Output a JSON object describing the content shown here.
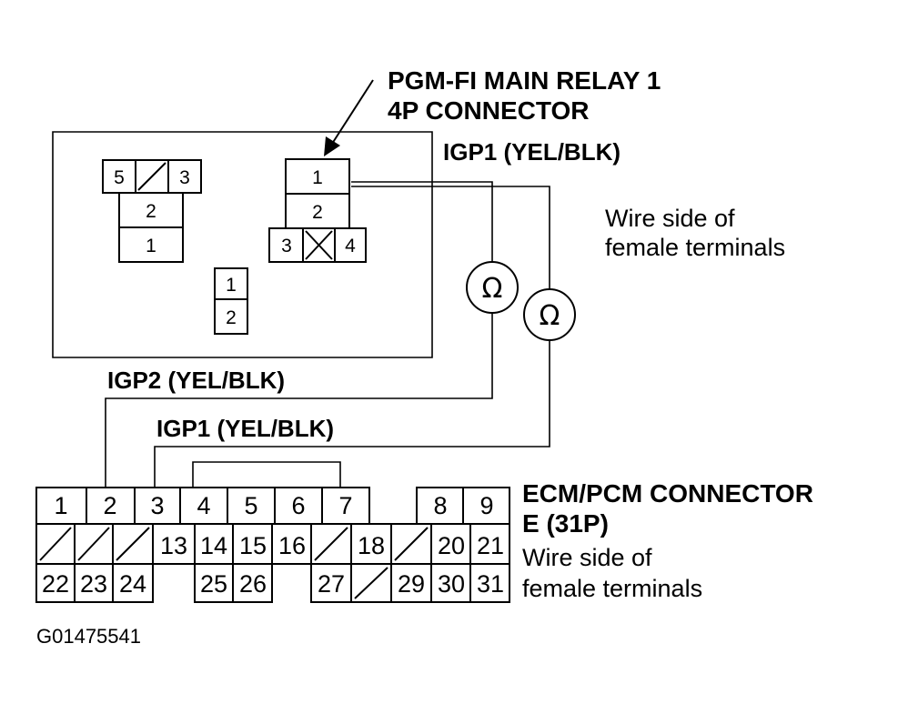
{
  "main_relay": {
    "title_line1": "PGM-FI MAIN RELAY 1",
    "title_line2": "4P CONNECTOR",
    "note_line1": "Wire side of",
    "note_line2": "female terminals",
    "left_block": {
      "top_left": "5",
      "top_right": "3",
      "middle": "2",
      "bottom": "1"
    },
    "right_block": {
      "top": "1",
      "middle": "2",
      "bottom_left": "3",
      "bottom_right": "4"
    },
    "small_block": {
      "top": "1",
      "bottom": "2"
    }
  },
  "wires": {
    "igp1_top": "IGP1 (YEL/BLK)",
    "igp2": "IGP2 (YEL/BLK)",
    "igp1_lower": "IGP1 (YEL/BLK)"
  },
  "meters": {
    "left_symbol": "Ω",
    "right_symbol": "Ω"
  },
  "ecm": {
    "title_line1": "ECM/PCM CONNECTOR",
    "title_line2": "E (31P)",
    "note_line1": "Wire side of",
    "note_line2": "female terminals",
    "row1": [
      "1",
      "2",
      "3",
      "4",
      "5",
      "6",
      "7",
      "8",
      "9"
    ],
    "row2": [
      "13",
      "14",
      "15",
      "16",
      "18",
      "20",
      "21"
    ],
    "row3": [
      "22",
      "23",
      "24",
      "25",
      "26",
      "27",
      "29",
      "30",
      "31"
    ]
  },
  "figure_id": "G01475541"
}
